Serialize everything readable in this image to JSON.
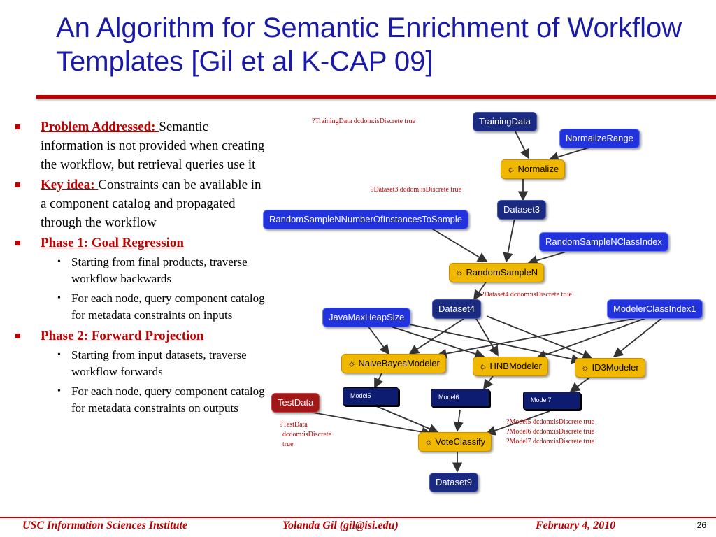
{
  "title": "An Algorithm for Semantic Enrichment of Workflow Templates [Gil et al K-CAP 09]",
  "bullets": {
    "b1_label": "Problem Addressed: ",
    "b1_text": "Semantic information is not provided when creating the workflow, but retrieval queries use it",
    "b2_label": "Key idea: ",
    "b2_text": "Constraints can be available in a component catalog and propagated through the workflow",
    "b3_label": "Phase 1: Goal Regression",
    "b3_sub": [
      "Starting from final products, traverse workflow backwards",
      "For each node, query component catalog for metadata constraints on inputs"
    ],
    "b4_label": "Phase 2: Forward Projection",
    "b4_sub": [
      "Starting from input datasets, traverse workflow forwards",
      "For each node, query component catalog for metadata constraints on outputs"
    ]
  },
  "diagram": {
    "nodes": {
      "training_data": "TrainingData",
      "normalize_range": "NormalizeRange",
      "normalize": "Normalize",
      "dataset3": "Dataset3",
      "random_sample_instances": "RandomSampleNNumberOfInstancesToSample",
      "random_sample_class_index": "RandomSampleNClassIndex",
      "random_sample_n": "RandomSampleN",
      "dataset4": "Dataset4",
      "java_max_heap": "JavaMaxHeapSize",
      "modeler_class_index": "ModelerClassIndex1",
      "naive_bayes": "NaiveBayesModeler",
      "hnb": "HNBModeler",
      "id3": "ID3Modeler",
      "test_data": "TestData",
      "model5": "Model5",
      "model6": "Model6",
      "model7": "Model7",
      "vote_classify": "VoteClassify",
      "dataset9": "Dataset9"
    },
    "annotations": {
      "training": "?TrainingData dcdom:isDiscrete true",
      "dataset3": "?Dataset3 dcdom:isDiscrete true",
      "dataset4": "?Dataset4 dcdom:isDiscrete true",
      "test_1": "?TestData",
      "test_2": "dcdom:isDiscrete",
      "test_3": "true",
      "models_1": "?Model5 dcdom:isDiscrete true",
      "models_2": "?Model6 dcdom:isDiscrete true",
      "models_3": "?Model7 dcdom:isDiscrete true"
    },
    "colors": {
      "parameter": "#2233dd",
      "dataset": "#1a2a80",
      "component": "#f0b800",
      "input": "#a01818",
      "annotation": "#c00000"
    }
  },
  "footer": {
    "institute": "USC Information Sciences Institute",
    "author": "Yolanda Gil (gil@isi.edu)",
    "date": "February 4, 2010",
    "page": "26"
  }
}
